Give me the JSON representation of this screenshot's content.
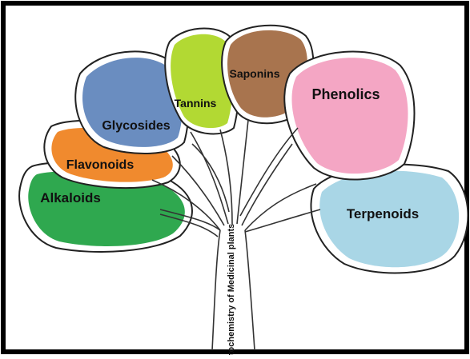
{
  "trunk_label": "Phytochemistry of Medicinal plants",
  "leaves": {
    "alkaloids": {
      "label": "Alkaloids",
      "color": "#2fa84f"
    },
    "flavonoids": {
      "label": "Flavonoids",
      "color": "#f08a2e"
    },
    "glycosides": {
      "label": "Glycosides",
      "color": "#6a8dc0"
    },
    "tannins": {
      "label": "Tannins",
      "color": "#b2d933"
    },
    "saponins": {
      "label": "Saponins",
      "color": "#a8744e"
    },
    "phenolics": {
      "label": "Phenolics",
      "color": "#f4a6c4"
    },
    "terpenoids": {
      "label": "Terpenoids",
      "color": "#a9d6e6"
    }
  }
}
